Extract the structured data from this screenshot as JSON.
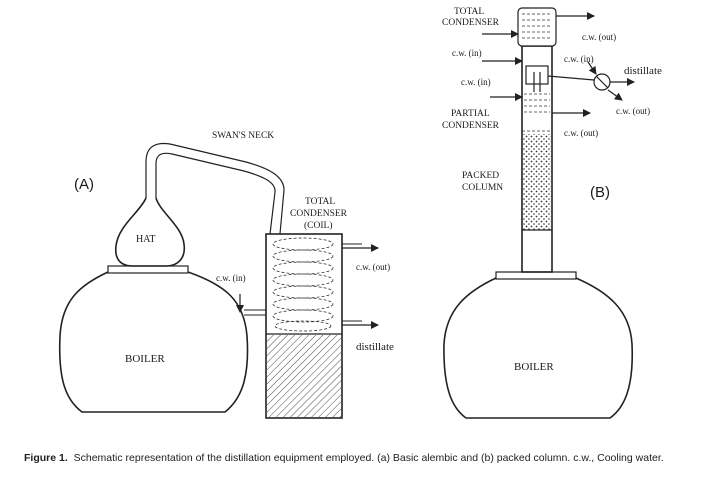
{
  "panel_a": {
    "label": "(A)",
    "boiler": "BOILER",
    "hat": "HAT",
    "swans_neck": "SWAN'S NECK",
    "total_condenser_lines": [
      "TOTAL",
      "CONDENSER",
      "(COIL)"
    ],
    "cw_in": "c.w. (in)",
    "cw_out": "c.w. (out)",
    "distillate": "distillate"
  },
  "panel_b": {
    "label": "(B)",
    "boiler": "BOILER",
    "total_condenser_lines": [
      "TOTAL",
      "CONDENSER"
    ],
    "partial_condenser_lines": [
      "PARTIAL",
      "CONDENSER"
    ],
    "packed_column_lines": [
      "PACKED",
      "COLUMN"
    ],
    "cw_in_1": "c.w. (in)",
    "cw_in_2": "c.w. (in)",
    "cw_in_3": "c.w. (in)",
    "cw_out_1": "c.w. (out)",
    "cw_out_2": "c.w. (out)",
    "cw_out_3": "c.w. (out)",
    "distillate": "distillate"
  },
  "caption": {
    "figure_label": "Figure 1.",
    "text": "Schematic representation of the distillation equipment employed. (a) Basic alembic and (b) packed column. c.w., Cooling water."
  }
}
